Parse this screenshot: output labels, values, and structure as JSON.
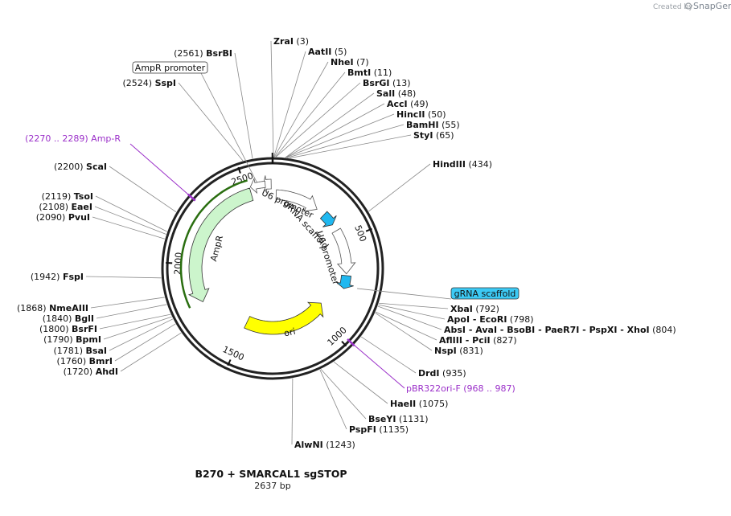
{
  "branding": {
    "created_by": "Created by",
    "product": "SnapGene"
  },
  "plasmid": {
    "name": "B270 + SMARCAL1 sgSTOP",
    "size_label": "2637 bp",
    "length": 2637
  },
  "ticks": [
    {
      "label": "500",
      "pos": 500
    },
    {
      "label": "1000",
      "pos": 1000
    },
    {
      "label": "1500",
      "pos": 1500
    },
    {
      "label": "2000",
      "pos": 2000
    },
    {
      "label": "2500",
      "pos": 2500
    }
  ],
  "features": [
    {
      "name": "U6 promoter",
      "label": "U6 promoter",
      "color": "#ffffff",
      "start": 2630,
      "end": 2590,
      "small": true
    },
    {
      "name": "U6 promoter",
      "label": "U6 promoter",
      "color": "#ffffff",
      "start": 20,
      "end": 270
    },
    {
      "name": "gRNA scaffold",
      "label": "gRNA scaffold",
      "color": "#20b8f0",
      "start": 320,
      "end": 395
    },
    {
      "name": "U6 promoter",
      "label": "U6 promoter",
      "color": "#ffffff",
      "start": 435,
      "end": 690
    },
    {
      "name": "gRNA scaffold",
      "label": "gRNA scaffold",
      "color": "#20b8f0",
      "start": 700,
      "end": 775
    },
    {
      "name": "ori",
      "label": "ori",
      "color": "#ffff00",
      "start": 1505,
      "end": 920
    },
    {
      "name": "AmpR",
      "label": "AmpR",
      "color": "#ccf5cc",
      "start": 2520,
      "end": 1790
    },
    {
      "name": "AmpR promoter",
      "label": "",
      "color": "#ffffff",
      "start": 2600,
      "end": 2525
    }
  ],
  "sites_right": [
    {
      "name": "ZraI",
      "coord": "(3)",
      "pos": 3
    },
    {
      "name": "AatII",
      "coord": "(5)",
      "pos": 5
    },
    {
      "name": "NheI",
      "coord": "(7)",
      "pos": 7
    },
    {
      "name": "BmtI",
      "coord": "(11)",
      "pos": 11
    },
    {
      "name": "BsrGI",
      "coord": "(13)",
      "pos": 13
    },
    {
      "name": "SalI",
      "coord": "(48)",
      "pos": 48
    },
    {
      "name": "AccI",
      "coord": "(49)",
      "pos": 49
    },
    {
      "name": "HincII",
      "coord": "(50)",
      "pos": 50
    },
    {
      "name": "BamHI",
      "coord": "(55)",
      "pos": 55
    },
    {
      "name": "StyI",
      "coord": "(65)",
      "pos": 65
    },
    {
      "name": "HindIII",
      "coord": "(434)",
      "pos": 434
    },
    {
      "name": "XbaI",
      "coord": "(792)",
      "pos": 792
    },
    {
      "name": "ApoI  - EcoRI",
      "coord": "(798)",
      "pos": 798
    },
    {
      "name": "AbsI  - AvaI  - BsoBI  - PaeR7I  - PspXI  - XhoI",
      "coord": "(804)",
      "pos": 804
    },
    {
      "name": "AflIII  - PciI",
      "coord": "(827)",
      "pos": 827
    },
    {
      "name": "NspI",
      "coord": "(831)",
      "pos": 831
    },
    {
      "name": "DrdI",
      "coord": "(935)",
      "pos": 935
    },
    {
      "name": "HaeII",
      "coord": "(1075)",
      "pos": 1075
    },
    {
      "name": "BseYI",
      "coord": "(1131)",
      "pos": 1131
    },
    {
      "name": "PspFI",
      "coord": "(1135)",
      "pos": 1135
    },
    {
      "name": "AlwNI",
      "coord": "(1243)",
      "pos": 1243
    }
  ],
  "sites_left": [
    {
      "name": "BsrBI",
      "coord": "(2561)",
      "pos": 2561
    },
    {
      "name": "SspI",
      "coord": "(2524)",
      "pos": 2524
    },
    {
      "name": "ScaI",
      "coord": "(2200)",
      "pos": 2200
    },
    {
      "name": "TsoI",
      "coord": "(2119)",
      "pos": 2119
    },
    {
      "name": "EaeI",
      "coord": "(2108)",
      "pos": 2108
    },
    {
      "name": "PvuI",
      "coord": "(2090)",
      "pos": 2090
    },
    {
      "name": "FspI",
      "coord": "(1942)",
      "pos": 1942
    },
    {
      "name": "NmeAIII",
      "coord": "(1868)",
      "pos": 1868
    },
    {
      "name": "BglI",
      "coord": "(1840)",
      "pos": 1840
    },
    {
      "name": "BsrFI",
      "coord": "(1800)",
      "pos": 1800
    },
    {
      "name": "BpmI",
      "coord": "(1790)",
      "pos": 1790
    },
    {
      "name": "BsaI",
      "coord": "(1781)",
      "pos": 1781
    },
    {
      "name": "BmrI",
      "coord": "(1760)",
      "pos": 1760
    },
    {
      "name": "AhdI",
      "coord": "(1720)",
      "pos": 1720
    }
  ],
  "primers": [
    {
      "name": "Amp-R",
      "coord": "(2270 .. 2289)",
      "pos": 2280,
      "side": "left"
    },
    {
      "name": "pBR322ori-F",
      "coord": "(968 .. 987)",
      "pos": 977,
      "side": "right"
    }
  ],
  "feature_callouts": [
    {
      "text": "AmpR promoter",
      "pos": 2562,
      "boxed": true,
      "fill": "#ffffff"
    },
    {
      "text": "gRNA scaffold",
      "pos": 757,
      "boxed": true,
      "fill": "#3ccaf5"
    }
  ],
  "colors": {
    "purple": "#9b30c9",
    "ring": "#222222",
    "line": "#777777"
  }
}
